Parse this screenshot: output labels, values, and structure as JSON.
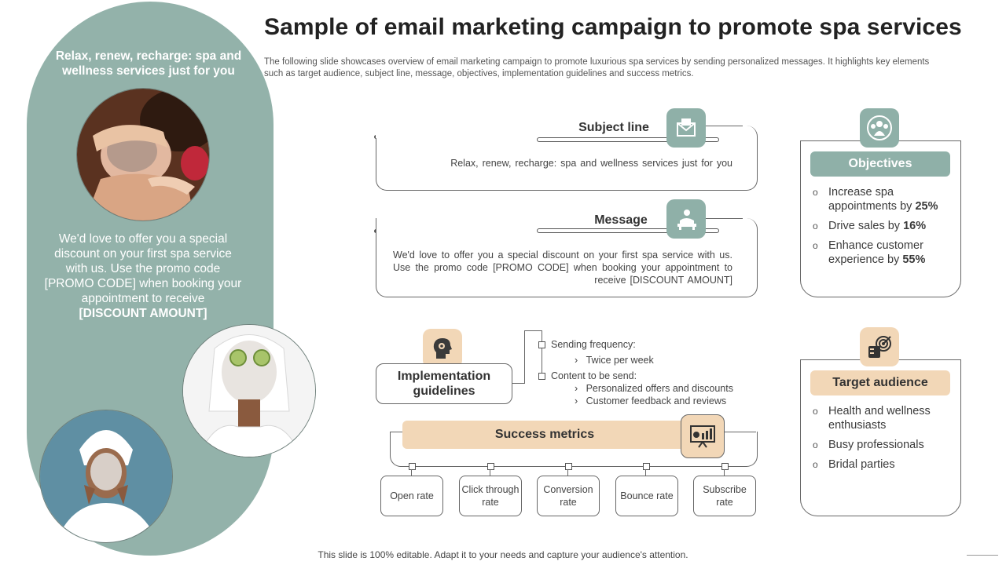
{
  "title": "Sample of email marketing campaign to promote spa services",
  "subtitle": "The following slide showcases overview of email marketing campaign to promote luxurious spa services by sending personalized messages. It highlights key elements such as target audience, subject line, message, objectives, implementation guidelines and success metrics.",
  "left_panel": {
    "headline": "Relax, renew, recharge: spa and wellness services just for you",
    "body": "We'd love to offer you a special discount on your first spa service with us. Use the promo code [PROMO CODE] when booking your appointment to receive",
    "body_bold": "[DISCOUNT AMOUNT]"
  },
  "subject_line": {
    "label": "Subject line",
    "text": "Relax, renew, recharge: spa and wellness services just for you"
  },
  "message": {
    "label": "Message",
    "text": "We'd love to offer you a special discount on your first spa service with us. Use the promo code [PROMO CODE] when booking your appointment to receive [DISCOUNT AMOUNT]"
  },
  "implementation": {
    "label": "Implementation guidelines",
    "freq_label": "Sending frequency:",
    "freq_item": "Twice per week",
    "content_label": "Content to be send:",
    "content_items": [
      "Personalized offers and discounts",
      "Customer feedback and reviews"
    ]
  },
  "success": {
    "label": "Success metrics",
    "metrics": [
      "Open rate",
      "Click through rate",
      "Conversion rate",
      "Bounce rate",
      "Subscribe rate"
    ]
  },
  "objectives": {
    "label": "Objectives",
    "items": [
      {
        "text": "Increase spa appointments by",
        "bold": "25%"
      },
      {
        "text": "Drive sales by",
        "bold": "16%"
      },
      {
        "text": "Enhance customer experience by",
        "bold": "55%"
      }
    ]
  },
  "target": {
    "label": "Target audience",
    "items": [
      "Health and wellness enthusiasts",
      "Busy professionals",
      "Bridal parties"
    ]
  },
  "footer": "This slide is 100% editable. Adapt it to your needs and capture your audience's attention.",
  "colors": {
    "sage": "#93b2aa",
    "peach": "#f2d7b7"
  },
  "icons": [
    "email-icon",
    "massage-icon",
    "head-gears-icon",
    "presentation-chart-icon",
    "group-icon",
    "target-icon"
  ]
}
